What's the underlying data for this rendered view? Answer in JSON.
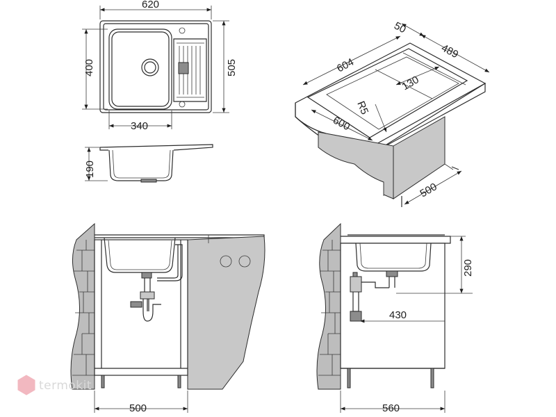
{
  "dimensions": {
    "top_width": "620",
    "top_bowl_height": "400",
    "top_height": "505",
    "top_bowl_width": "340",
    "profile_depth": "190",
    "iso_top_width": "604",
    "iso_edge": "50",
    "iso_depth": "489",
    "iso_drainer": "130",
    "iso_radius": "R5",
    "iso_cutout": "600",
    "iso_cabinet": "500",
    "front_cabinet": "500",
    "side_depth": "290",
    "side_offset": "430",
    "side_cabinet": "560"
  },
  "watermark": {
    "text": "termokit",
    "logo_color": "#f2b8c0"
  },
  "colors": {
    "line": "#2b2b2b",
    "wall_gray": "#bdbdbd",
    "dark_gray": "#8c8c8c"
  }
}
